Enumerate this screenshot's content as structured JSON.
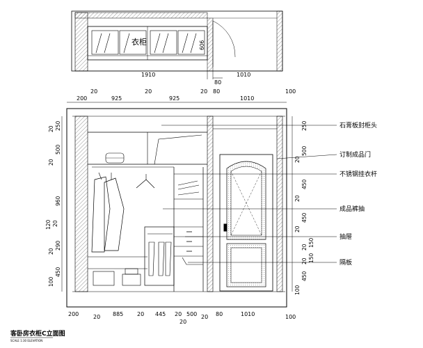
{
  "plan": {
    "wardrobe_label": "衣柜",
    "depth_dim": "606",
    "width_left": "1910",
    "width_right": "1010",
    "wall_right": "80"
  },
  "elevation": {
    "top_dims": [
      "200",
      "20",
      "925",
      "20",
      "925",
      "20",
      "80",
      "1010",
      "100"
    ],
    "bottom_dims": [
      "200",
      "20",
      "885",
      "20",
      "445",
      "20",
      "500",
      "20",
      "20",
      "80",
      "1010",
      "100"
    ],
    "left_dims": [
      "250",
      "20",
      "500",
      "20",
      "960",
      "120",
      "20",
      "290",
      "20",
      "450",
      "100"
    ],
    "right_dims": [
      "250",
      "500",
      "20",
      "450",
      "20",
      "450",
      "20",
      "150",
      "20",
      "150",
      "20",
      "450",
      "100"
    ],
    "callouts": [
      "石膏板封柜头",
      "订制成品门",
      "不锈钢挂衣杆",
      "成品裤抽",
      "抽屉",
      "隔板"
    ]
  },
  "title": {
    "text": "客卧房衣柜C立面图",
    "subtitle": "SCALE 1:30 ELEVATION"
  }
}
